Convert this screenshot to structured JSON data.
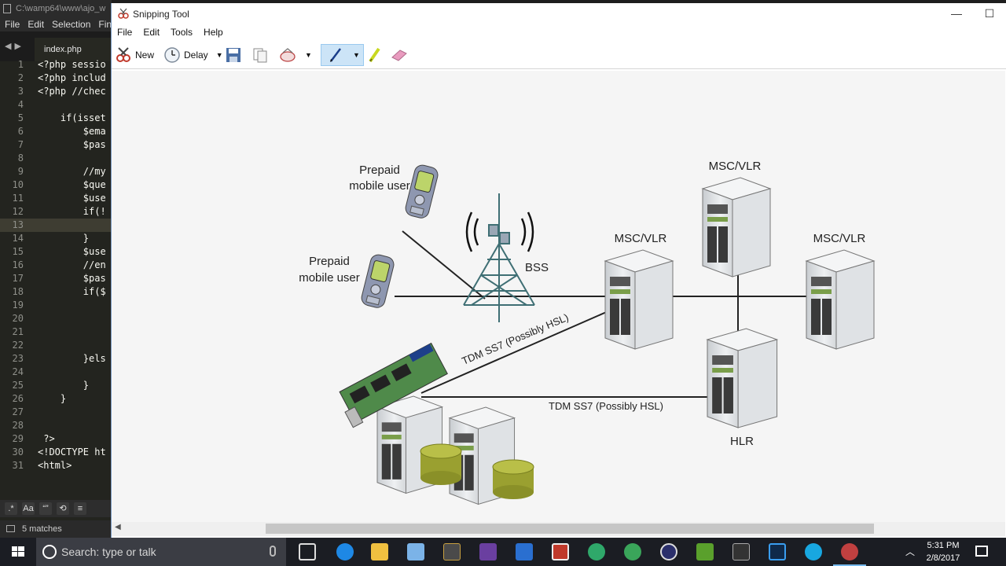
{
  "editor": {
    "title": "C:\\wamp64\\www\\ajo_w",
    "menu": [
      "File",
      "Edit",
      "Selection",
      "Fin"
    ],
    "tab_label": "index.php",
    "lines": [
      {
        "n": "1",
        "t": "<?php sessio"
      },
      {
        "n": "2",
        "t": "<?php includ"
      },
      {
        "n": "3",
        "t": "<?php //chec"
      },
      {
        "n": "4",
        "t": ""
      },
      {
        "n": "5",
        "t": "    if(isset"
      },
      {
        "n": "6",
        "t": "        $ema"
      },
      {
        "n": "7",
        "t": "        $pas"
      },
      {
        "n": "8",
        "t": ""
      },
      {
        "n": "9",
        "t": "        //my"
      },
      {
        "n": "10",
        "t": "        $que"
      },
      {
        "n": "11",
        "t": "        $use"
      },
      {
        "n": "12",
        "t": "        if(!"
      },
      {
        "n": "13",
        "t": ""
      },
      {
        "n": "14",
        "t": "        }"
      },
      {
        "n": "15",
        "t": "        $use"
      },
      {
        "n": "16",
        "t": "        //en"
      },
      {
        "n": "17",
        "t": "        $pas"
      },
      {
        "n": "18",
        "t": "        if($"
      },
      {
        "n": "19",
        "t": ""
      },
      {
        "n": "20",
        "t": ""
      },
      {
        "n": "21",
        "t": ""
      },
      {
        "n": "22",
        "t": ""
      },
      {
        "n": "23",
        "t": "        }els"
      },
      {
        "n": "24",
        "t": ""
      },
      {
        "n": "25",
        "t": "        }"
      },
      {
        "n": "26",
        "t": "    }"
      },
      {
        "n": "27",
        "t": ""
      },
      {
        "n": "28",
        "t": ""
      },
      {
        "n": "29",
        "t": " ?>"
      },
      {
        "n": "30",
        "t": "<!DOCTYPE ht"
      },
      {
        "n": "31",
        "t": "<html>"
      }
    ],
    "status_text": "5 matches",
    "find_buttons": [
      ".*",
      "Aa",
      "“”"
    ]
  },
  "snipping_tool": {
    "title": "Snipping Tool",
    "menu": [
      "File",
      "Edit",
      "Tools",
      "Help"
    ],
    "toolbar": {
      "new_label": "New",
      "delay_label": "Delay"
    },
    "diagram": {
      "prepaid_top": [
        "Prepaid",
        "mobile user"
      ],
      "prepaid_left": [
        "Prepaid",
        "mobile user"
      ],
      "bss": "BSS",
      "msc_center": "MSC/VLR",
      "msc_top": "MSC/VLR",
      "msc_right": "MSC/VLR",
      "hlr": "HLR",
      "link_diag": "TDM SS7 (Possibly HSL)",
      "link_horiz": "TDM SS7 (Possibly HSL)"
    }
  },
  "taskbar": {
    "search_placeholder": "Search: type or talk",
    "time": "5:31 PM",
    "date": "2/8/2017"
  },
  "colors": {
    "snip_accent": "#cce4f7",
    "editor_bg": "#23241f",
    "taskbar_bg": "#1b1d23",
    "server_face": "#e2e5e8",
    "db_olive": "#9aa030"
  }
}
